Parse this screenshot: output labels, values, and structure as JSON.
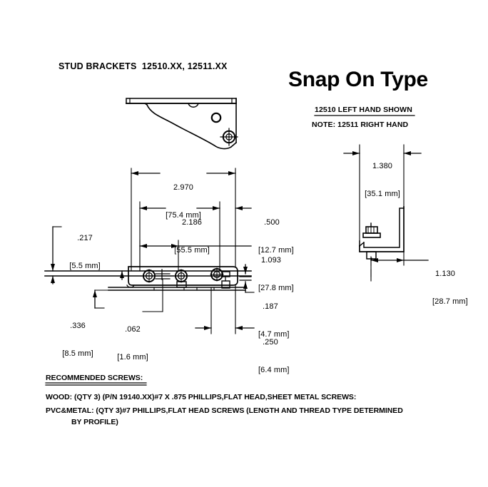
{
  "sheet": {
    "title": "STUD BRACKETS  12510.XX, 12511.XX",
    "heading": "Snap On Type",
    "variant_shown": "12510 LEFT HAND SHOWN",
    "variant_note": "NOTE: 12511 RIGHT HAND",
    "background_color": "#ffffff",
    "line_color": "#000000"
  },
  "views": {
    "isometric": {
      "name": "stud bracket isometric view"
    },
    "plan": {
      "name": "stud bracket plan section view"
    },
    "side": {
      "name": "snap on bracket side section view"
    }
  },
  "dimensions": {
    "overall_length": {
      "inch": "2.970",
      "metric": "[75.4 mm]"
    },
    "hole_span": {
      "inch": "2.186",
      "metric": "[55.5 mm]"
    },
    "end_offset": {
      "inch": ".500",
      "metric": "[12.7 mm]"
    },
    "first_hole": {
      "inch": "1.093",
      "metric": "[27.8 mm]"
    },
    "top_flange": {
      "inch": ".217",
      "metric": "[5.5 mm]"
    },
    "body_height": {
      "inch": ".336",
      "metric": "[8.5 mm]"
    },
    "material_thickness": {
      "inch": ".062",
      "metric": "[1.6 mm]"
    },
    "lip_height": {
      "inch": ".187",
      "metric": "[4.7 mm]"
    },
    "lip_width": {
      "inch": ".250",
      "metric": "[6.4 mm]"
    },
    "side_width": {
      "inch": "1.380",
      "metric": "[35.1 mm]"
    },
    "side_depth": {
      "inch": "1.130",
      "metric": "[28.7 mm]"
    }
  },
  "notes": {
    "title": "RECOMMENDED SCREWS:",
    "line_wood": "WOOD: (QTY 3) (P/N 19140.XX)#7 X .875 PHILLIPS,FLAT HEAD,SHEET METAL SCREWS:",
    "line_pvc_1": "PVC&METAL: (QTY 3)#7 PHILLIPS,FLAT HEAD SCREWS (LENGTH AND THREAD TYPE DETERMINED",
    "line_pvc_2": "BY PROFILE)"
  }
}
